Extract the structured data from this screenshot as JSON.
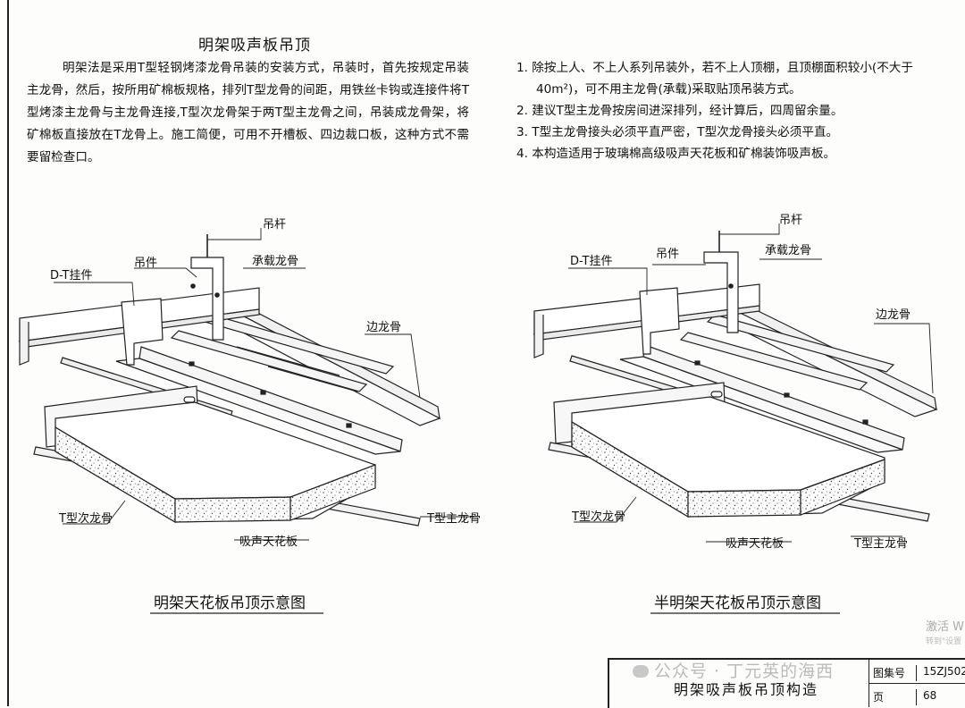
{
  "title": "明架吸声板吊顶",
  "intro": "明架法是采用T型轻钢烤漆龙骨吊装的安装方式，吊装时，首先按规定吊装主龙骨，然后，按所用矿棉板规格，排列T型龙骨的间距，用铁丝卡钩或连接件将T型烤漆主龙骨与主龙骨连接,T型次龙骨架于两T型主龙骨之间，吊装成龙骨架，将矿棉板直接放在T龙骨上。施工简便，可用不开槽板、四边裁口板，这种方式不需要留检查口。",
  "notes": [
    "1. 除按上人、不上人系列吊装外，若不上人顶棚，且顶棚面积较小(不大于40m²)，可不用主龙骨(承载)采取贴顶吊装方式。",
    "2. 建议T型主龙骨按房间进深排列，经计算后，四周留余量。",
    "3. T型主龙骨接头必须平直严密，T型次龙骨接头必须平直。",
    "4. 本构造适用于玻璃棉高级吸声天花板和矿棉装饰吸声板。"
  ],
  "diagram_left": {
    "caption": "明架天花板吊顶示意图",
    "labels": {
      "rod": "吊杆",
      "hanger": "吊件",
      "dt": "D-T挂件",
      "main": "承载龙骨",
      "edge": "边龙骨",
      "tsec": "T型次龙骨",
      "panel": "吸声天花板",
      "tmain": "T型主龙骨"
    }
  },
  "diagram_right": {
    "caption": "半明架天花板吊顶示意图",
    "labels": {
      "rod": "吊杆",
      "hanger": "吊件",
      "dt": "D-T挂件",
      "main": "承载龙骨",
      "edge": "边龙骨",
      "tsec": "T型次龙骨",
      "panel": "吸声天花板",
      "tmain": "T型主龙骨"
    }
  },
  "title_block": {
    "name": "明架吸声板吊顶构造",
    "atlas_key": "图集号",
    "atlas_val": "15ZJ502",
    "page_key": "页",
    "page_val": "68"
  },
  "watermark": "公众号 · 丁元英的海西",
  "activate": {
    "line1": "激活 W",
    "line2": "转到\"设置"
  }
}
